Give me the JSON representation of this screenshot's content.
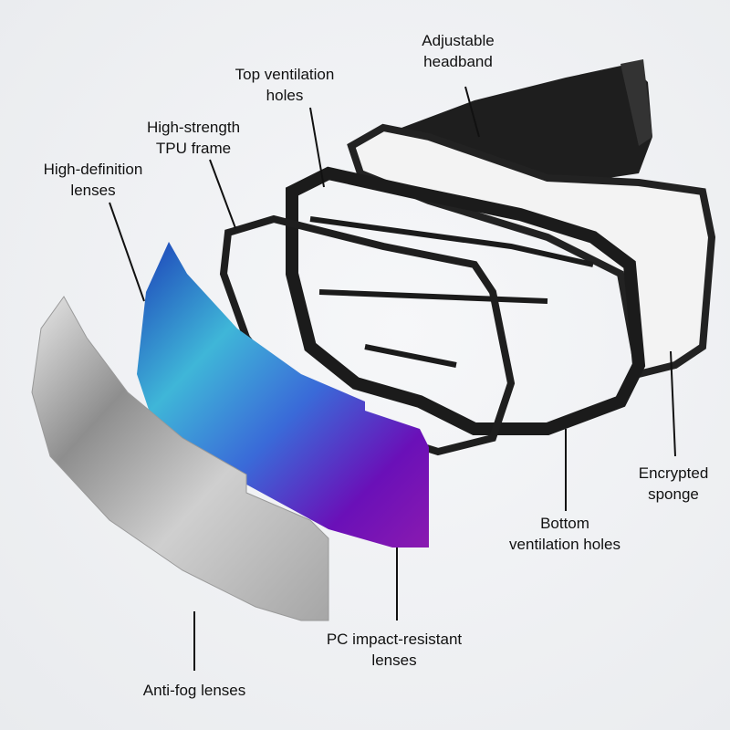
{
  "labels": {
    "headband": "Adjustable\nheadband",
    "top_vent": "Top ventilation\nholes",
    "tpu_frame": "High-strength\nTPU frame",
    "hd_lenses": "High-definition\nlenses",
    "sponge": "Encrypted\nsponge",
    "bottom_vent": "Bottom\nventilation holes",
    "pc_lenses": "PC impact-resistant\nlenses",
    "antifog": "Anti-fog lenses"
  },
  "colors": {
    "frame": "#1b1b1b",
    "lens_blue": "#2a4fd0",
    "lens_cyan": "#3fb6d8",
    "lens_purple": "#6a10b8",
    "lens_silver": "#b8b8b8"
  }
}
